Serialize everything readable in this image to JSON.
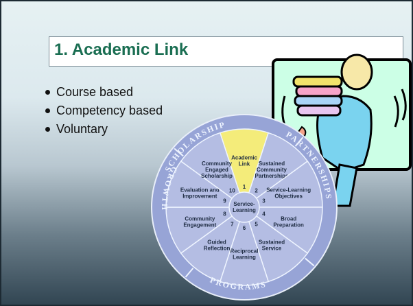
{
  "slide": {
    "title": "1. Academic Link",
    "bullets": [
      "Course based",
      "Competency based",
      "Voluntary"
    ]
  },
  "wheel": {
    "center": [
      "Service-",
      "Learning"
    ],
    "segments": [
      {
        "number": "1",
        "lines": [
          "Academic",
          "Link"
        ]
      },
      {
        "number": "2",
        "lines": [
          "Sustained",
          "Community",
          "Partnerships"
        ]
      },
      {
        "number": "3",
        "lines": [
          "Service-Learning",
          "Objectives"
        ]
      },
      {
        "number": "4",
        "lines": [
          "Broad",
          "Preparation"
        ]
      },
      {
        "number": "5",
        "lines": [
          "Sustained",
          "Service"
        ]
      },
      {
        "number": "6",
        "lines": [
          "Reciprocal",
          "Learning"
        ]
      },
      {
        "number": "7",
        "lines": [
          "Guided",
          "Reflection"
        ]
      },
      {
        "number": "8",
        "lines": [
          "Community",
          "Engagement"
        ]
      },
      {
        "number": "9",
        "lines": [
          "Evaluation and",
          "Improvement"
        ]
      },
      {
        "number": "10",
        "lines": [
          "Community",
          "Engaged",
          "Scholarship"
        ]
      }
    ],
    "ring_labels": {
      "top": "SCHOLARSHIP",
      "right": "PARTNERSHIPS",
      "bottom": "PROGRAMS",
      "left": "GROWTH"
    },
    "highlight_color": "#f4ec7a",
    "segment_color": "#b4bde3",
    "ring_color": "#97a4d6"
  },
  "clipart": {
    "name": "person carrying books"
  }
}
